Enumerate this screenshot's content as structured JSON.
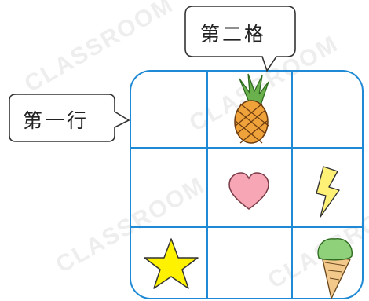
{
  "callouts": {
    "column_label": "第二格",
    "row_label": "第一行"
  },
  "grid": {
    "rows": 3,
    "columns": 3,
    "line_color": "#1e8ad6",
    "cells": [
      [
        "",
        "pineapple-icon",
        ""
      ],
      [
        "",
        "heart-icon",
        "lightning-bolt-icon"
      ],
      [
        "star-icon",
        "",
        "ice-cream-cone-icon"
      ]
    ]
  },
  "colors": {
    "grid_line": "#1e8ad6",
    "callout_border": "#333333",
    "pineapple_body": "#f0a23a",
    "pineapple_leaves": "#6ab04c",
    "heart": "#f7a6b6",
    "lightning": "#fff176",
    "star": "#fff200",
    "ice_cream": "#8fd07a",
    "cone": "#f3c98b"
  }
}
